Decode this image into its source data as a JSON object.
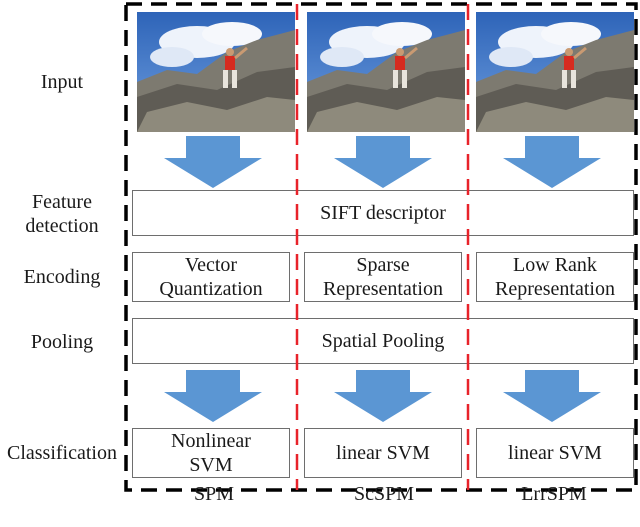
{
  "rows": {
    "input": "Input",
    "feature_detection_line1": "Feature",
    "feature_detection_line2": "detection",
    "encoding": "Encoding",
    "pooling": "Pooling",
    "classification": "Classification"
  },
  "shared_boxes": {
    "sift": "SIFT descriptor",
    "spatial_pooling": "Spatial Pooling"
  },
  "columns": [
    {
      "name": "SPM",
      "encoding_line1": "Vector",
      "encoding_line2": "Quantization",
      "classifier_line1": "Nonlinear",
      "classifier_line2": "SVM"
    },
    {
      "name": "ScSPM",
      "encoding_line1": "Sparse",
      "encoding_line2": "Representation",
      "classifier_line1": "linear SVM",
      "classifier_line2": ""
    },
    {
      "name": "LrrSPM",
      "encoding_line1": "Low Rank",
      "encoding_line2": "Representation",
      "classifier_line1": "linear SVM",
      "classifier_line2": ""
    }
  ],
  "colors": {
    "arrow_fill": "#5b96d3",
    "outer_border": "#000000",
    "column_divider": "#e8222a",
    "box_border": "#6e6e6e"
  },
  "icons": [
    "climber-photo",
    "down-arrow"
  ]
}
